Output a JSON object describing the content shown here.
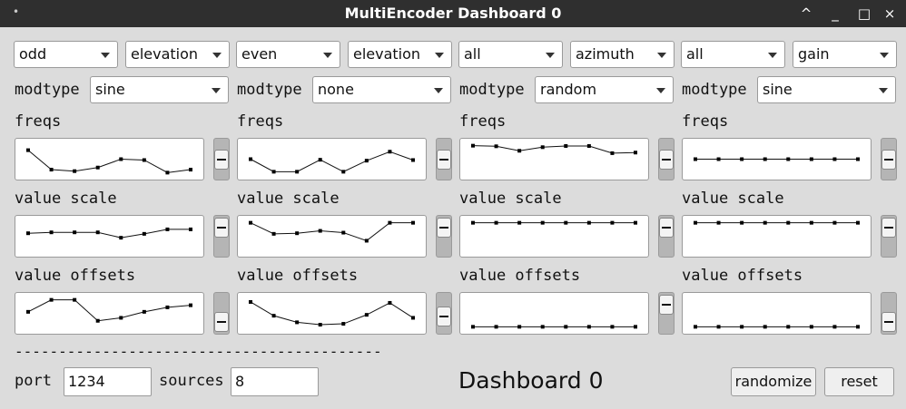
{
  "window": {
    "title": "MultiEncoder Dashboard 0",
    "menu_glyph": "•",
    "buttons": {
      "collapse": "^",
      "minimize": "_",
      "maximize": "□",
      "close": "×"
    }
  },
  "columns": [
    {
      "dropdown_a": "odd",
      "dropdown_b": "elevation",
      "modtype_label": "modtype",
      "modtype": "sine",
      "freqs_label": "freqs",
      "freqs": [
        0.8,
        0.15,
        0.1,
        0.22,
        0.5,
        0.47,
        0.05,
        0.15
      ],
      "scale_label": "value scale",
      "scale": [
        0.6,
        0.63,
        0.63,
        0.63,
        0.45,
        0.58,
        0.73,
        0.73
      ],
      "offsets_label": "value offsets",
      "offsets": [
        0.55,
        0.95,
        0.95,
        0.25,
        0.35,
        0.55,
        0.7,
        0.77
      ],
      "slider_freq": 0.5,
      "slider_scale": 0.9,
      "slider_offset": 0.1
    },
    {
      "dropdown_a": "even",
      "dropdown_b": "elevation",
      "modtype_label": "modtype",
      "modtype": "none",
      "freqs_label": "freqs",
      "freqs": [
        0.5,
        0.08,
        0.08,
        0.48,
        0.08,
        0.45,
        0.75,
        0.47
      ],
      "scale_label": "value scale",
      "scale": [
        0.95,
        0.58,
        0.6,
        0.68,
        0.62,
        0.35,
        0.95,
        0.95
      ],
      "offsets_label": "value offsets",
      "offsets": [
        0.88,
        0.42,
        0.2,
        0.12,
        0.15,
        0.45,
        0.85,
        0.35
      ],
      "slider_freq": 0.5,
      "slider_scale": 0.9,
      "slider_offset": 0.35
    },
    {
      "dropdown_a": "all",
      "dropdown_b": "azimuth",
      "modtype_label": "modtype",
      "modtype": "random",
      "freqs_label": "freqs",
      "freqs": [
        0.95,
        0.93,
        0.78,
        0.9,
        0.94,
        0.94,
        0.7,
        0.72
      ],
      "scale_label": "value scale",
      "scale": [
        0.95,
        0.95,
        0.95,
        0.95,
        0.95,
        0.95,
        0.95,
        0.95
      ],
      "offsets_label": "value offsets",
      "offsets": [
        0.05,
        0.05,
        0.05,
        0.05,
        0.05,
        0.05,
        0.05,
        0.05
      ],
      "slider_freq": 0.5,
      "slider_scale": 0.9,
      "slider_offset": 0.9
    },
    {
      "dropdown_a": "all",
      "dropdown_b": "gain",
      "modtype_label": "modtype",
      "modtype": "sine",
      "freqs_label": "freqs",
      "freqs": [
        0.5,
        0.5,
        0.5,
        0.5,
        0.5,
        0.5,
        0.5,
        0.5
      ],
      "scale_label": "value scale",
      "scale": [
        0.95,
        0.95,
        0.95,
        0.95,
        0.95,
        0.95,
        0.95,
        0.95
      ],
      "offsets_label": "value offsets",
      "offsets": [
        0.05,
        0.05,
        0.05,
        0.05,
        0.05,
        0.05,
        0.05,
        0.05
      ],
      "slider_freq": 0.5,
      "slider_scale": 0.9,
      "slider_offset": 0.1
    }
  ],
  "separator": "------------------------------------------",
  "footer": {
    "port_label": "port",
    "port_value": "1234",
    "sources_label": "sources",
    "sources_value": "8",
    "dashboard_label": "Dashboard 0",
    "randomize_label": "randomize",
    "reset_label": "reset"
  }
}
